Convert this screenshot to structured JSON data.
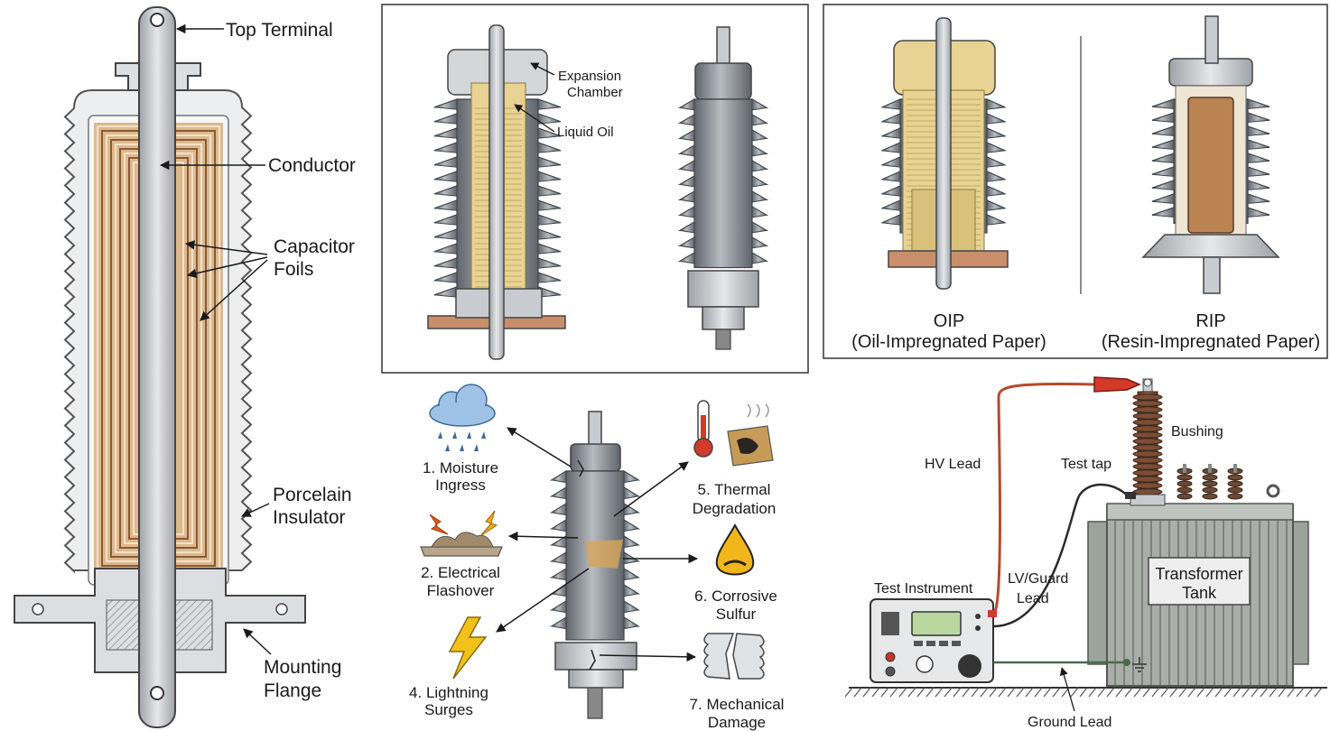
{
  "cross_section": {
    "top_terminal": "Top Terminal",
    "conductor": "Conductor",
    "capacitor_foils": [
      "Capacitor",
      "Foils"
    ],
    "porcelain_insulator": [
      "Porcelain",
      "Insulator"
    ],
    "mounting_flange": [
      "Mounting",
      "Flange"
    ]
  },
  "oil_filled": {
    "expansion_chamber": [
      "Expansion",
      "Chamber"
    ],
    "liquid_oil": "Liquid Oil"
  },
  "comparison": {
    "oip_name": "OIP",
    "oip_full": "(Oil-Impregnated Paper)",
    "rip_name": "RIP",
    "rip_full": "(Resin-Impregnated Paper)"
  },
  "failures": {
    "moisture": [
      "1. Moisture",
      "Ingress"
    ],
    "flashover": [
      "2. Electrical",
      "Flashover"
    ],
    "lightning": [
      "4. Lightning",
      "Surges"
    ],
    "thermal": [
      "5. Thermal",
      "Degradation"
    ],
    "sulfur": [
      "6. Corrosive",
      "Sulfur"
    ],
    "mechanical": [
      "7. Mechanical",
      "Damage"
    ]
  },
  "test_setup": {
    "hv_lead": "HV Lead",
    "test_tap": "Test tap",
    "bushing": "Bushing",
    "test_instrument": "Test Instrument",
    "lv_guard_lead": [
      "LV/Guard",
      "Lead"
    ],
    "transformer_tank": [
      "Transformer",
      "Tank"
    ],
    "ground_lead": "Ground Lead"
  },
  "colors": {
    "porcelain": "#9aa0a6",
    "porcelain_dark": "#5d6268",
    "oil": "#e8d394",
    "foil": "#c89b6b",
    "metal": "#c8ccd0",
    "hv_lead": "#b54a2c",
    "tank": "#a8aea8"
  }
}
